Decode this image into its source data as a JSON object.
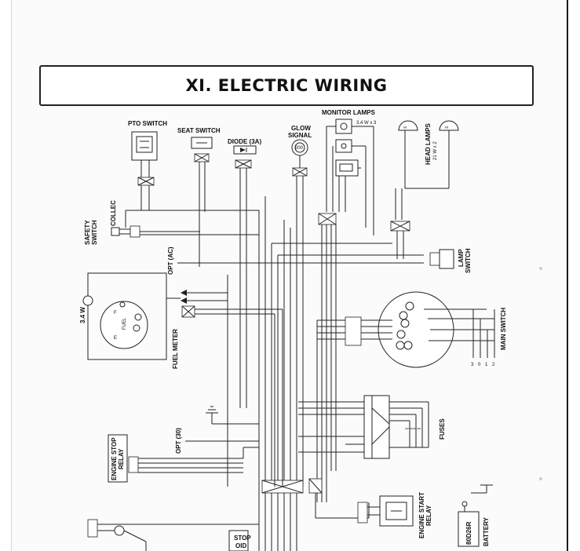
{
  "title": "XI. ELECTRIC WIRING",
  "components": {
    "pto_switch": "PTO SWITCH",
    "seat_switch": "SEAT SWITCH",
    "diode": "DIODE (3A)",
    "glow_signal_1": "GLOW",
    "glow_signal_2": "SIGNAL",
    "monitor_lamps": "MONITOR LAMPS",
    "monitor_rating": "3.4 W x 3",
    "head_lamps": "HEAD LAMPS",
    "head_lamps_rating": "21 W x 2",
    "collec": "COLLEC",
    "safety_switch_1": "SAFETY",
    "safety_switch_2": "SWITCH",
    "opt_ac": "OPT (AC)",
    "lamp_switch_1": "LAMP",
    "lamp_switch_2": "SWITCH",
    "fuel_meter": "FUEL METER",
    "fuel_rating": "3.4 W",
    "main_switch": "MAIN SWITCH",
    "fuses": "FUSES",
    "opt_30": "OPT (30)",
    "engine_stop_relay_1": "ENGINE STOP",
    "engine_stop_relay_2": "RELAY",
    "engine_start_relay_1": "ENGINE START",
    "engine_start_relay_2": "RELAY",
    "battery": "BATTERY",
    "battery_model": "80D26R",
    "stop_solenoid_1": "STOP",
    "stop_solenoid_2": "OID",
    "main_switch_terminals": [
      "3",
      "0",
      "1",
      "2"
    ],
    "glow_gauge": "000",
    "fuel_scale": [
      "F",
      "E"
    ]
  }
}
